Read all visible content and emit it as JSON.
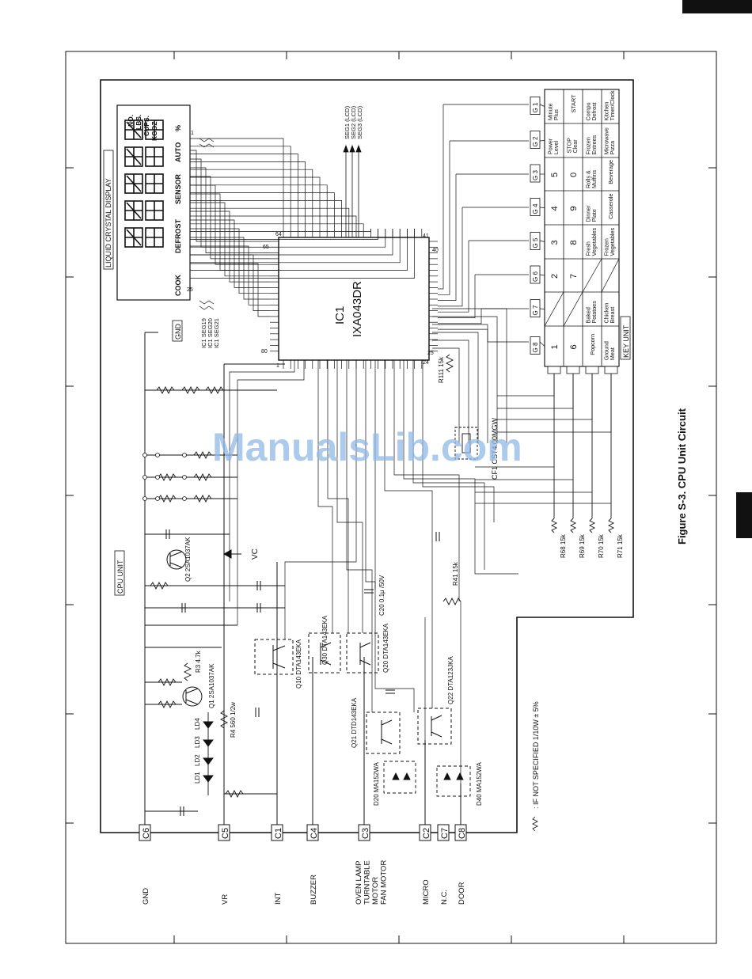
{
  "figure": {
    "caption": "Figure S-3. CPU Unit Circuit",
    "watermark": "ManualsLib.com",
    "note": ": IF NOT SPECIFIED 1/10W ± 5%"
  },
  "connectors": [
    {
      "id": "C6",
      "signal": "GND"
    },
    {
      "id": "C5",
      "signal": "VR"
    },
    {
      "id": "C1",
      "signal": "INT"
    },
    {
      "id": "C4",
      "signal": "BUZZER"
    },
    {
      "id": "C3",
      "signal": "OVEN LAMP TURNTABLE MOTOR FAN MOTOR"
    },
    {
      "id": "C2",
      "signal": "MICRO"
    },
    {
      "id": "C7",
      "signal": "N.C."
    },
    {
      "id": "C8",
      "signal": "DOOR"
    }
  ],
  "ic": {
    "ref": "IC1",
    "part": "IXA043DR",
    "pins": [
      "1",
      "24",
      "25",
      "40",
      "41",
      "64",
      "65",
      "80"
    ]
  },
  "lcd": {
    "title": "LIQUID CRYSTAL DISPLAY",
    "indicators": [
      "COOK",
      "DEFROST",
      "SENSOR",
      "AUTO",
      "%"
    ],
    "units": [
      "NO.",
      "LBS.",
      "CUPS.",
      "KGOZ."
    ],
    "pins": [
      "1",
      "25"
    ],
    "seg_outputs": [
      "SEG1 (LCD)",
      "SEG2 (LCD)",
      "SEG3 (LCD)"
    ],
    "seg_inputs": [
      "IC1 SEG19",
      "IC1 SEG20",
      "IC1 SEG21"
    ]
  },
  "labels": {
    "cpu_unit": "CPU UNIT",
    "key_unit": "KEY UNIT",
    "gnd": "GND",
    "vc": "VC",
    "crystal": "CF1 CST4.00MGW",
    "r111": "R111 15k",
    "r41": "R41 15k",
    "c20": "C20 0.1μ /50V",
    "r3": "R3 4.7k",
    "r4": "R4 560 1/2w",
    "q1": "Q1 2SA1037AK",
    "q2": "Q2 2SA1037AK",
    "q10": "Q10 DTA143EKA",
    "q30": "Q30 DTA143EKA",
    "q20": "Q20 DTA143EKA",
    "q21": "Q21 DTD143EKA",
    "q22": "Q22 DTA123JKA",
    "d20": "D20 MA152WA",
    "d40": "D40 MA152WA",
    "leds": [
      "LD1",
      "LD2",
      "LD3",
      "LD4"
    ]
  },
  "pullups": [
    "R68 15k",
    "R69 15k",
    "R70 15k",
    "R71 15k"
  ],
  "key_grid": {
    "rows": [
      "G 1",
      "G 2",
      "G 3",
      "G 4",
      "G 5",
      "G 6",
      "G 7",
      "G 8"
    ],
    "cells": [
      [
        "Minute Plus",
        "START",
        "Compu Defrost",
        "Kitchen Timer/Clock"
      ],
      [
        "Power Level",
        "STOP Clear",
        "Frozen Entrees",
        "Microwave Pizza"
      ],
      [
        "5",
        "0",
        "Rolls & Muffins",
        "Beverage"
      ],
      [
        "4",
        "9",
        "Dinner Plate",
        "Casserole"
      ],
      [
        "3",
        "8",
        "Fresh Vegetables",
        "Frozen Vegetables"
      ],
      [
        "2",
        "7",
        "",
        ""
      ],
      [
        "",
        "",
        "Baked Potatoes",
        "Chicken Breast"
      ],
      [
        "1",
        "6",
        "Popcorn",
        "Ground Meat"
      ]
    ]
  },
  "colors": {
    "ink": "#111111",
    "paper": "#ffffff",
    "watermark": "#8fb8e6"
  }
}
